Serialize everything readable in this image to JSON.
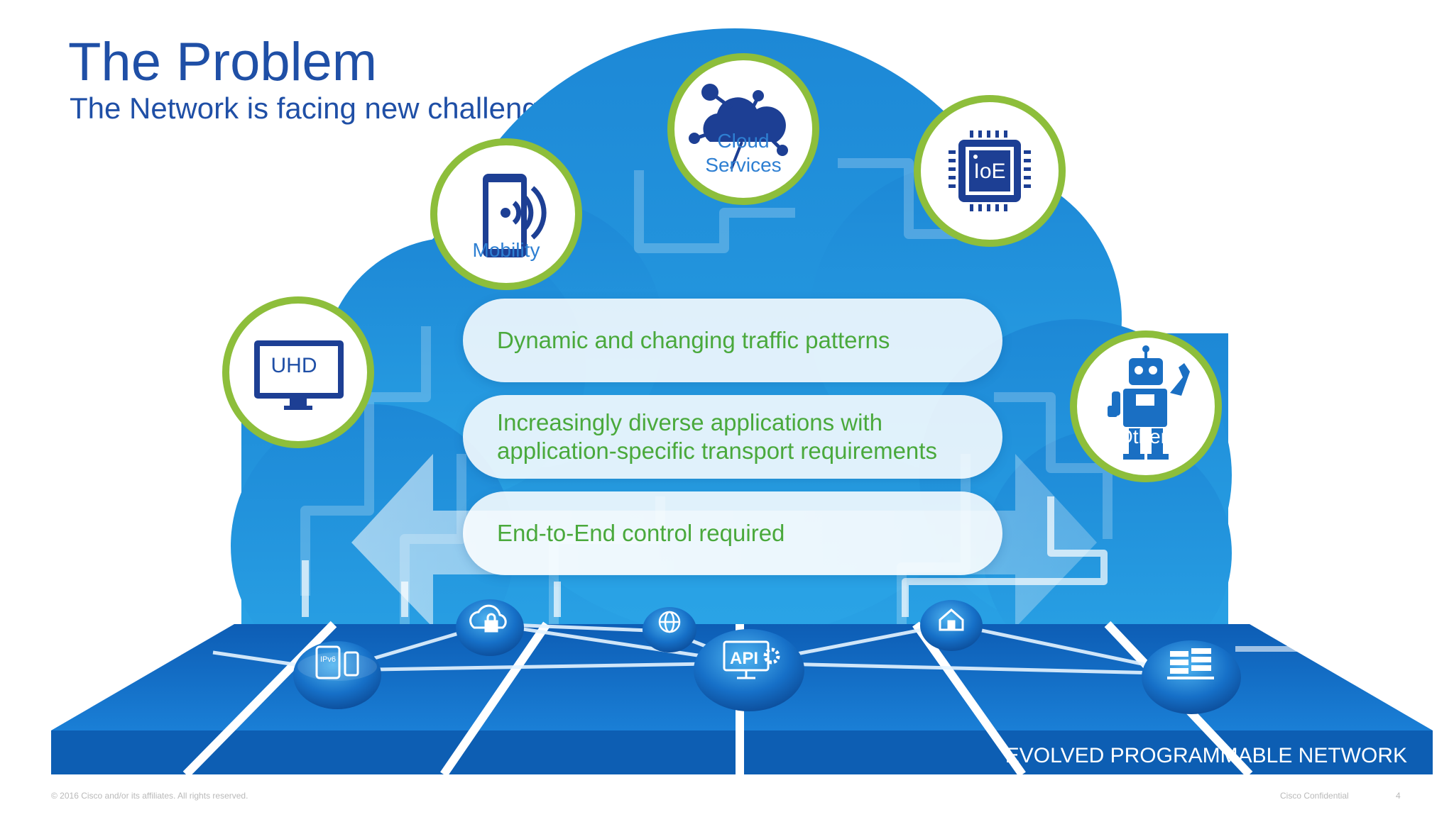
{
  "slide": {
    "title": "The Problem",
    "subtitle": "The Network is facing new challenges"
  },
  "icons": {
    "uhd": {
      "label": "UHD",
      "icon": "monitor-icon"
    },
    "mobility": {
      "label": "Mobility",
      "icon": "smartphone-wireless-icon"
    },
    "cloud": {
      "label_line1": "Cloud",
      "label_line2": "Services",
      "icon": "cloud-network-icon"
    },
    "ioe": {
      "label": "IoE",
      "icon": "chip-icon"
    },
    "other": {
      "label": "Other",
      "icon": "robot-icon"
    }
  },
  "challenges": [
    {
      "text": "Dynamic and changing traffic patterns"
    },
    {
      "text": "Increasingly diverse applications with application-specific transport requirements"
    },
    {
      "text": "End-to-End control required"
    }
  ],
  "nodes": {
    "ipv6": {
      "label": "IPv6",
      "icon": "devices-icon"
    },
    "cloud_lock": {
      "icon": "cloud-lock-icon"
    },
    "globe": {
      "icon": "globe-icon"
    },
    "api": {
      "label": "API",
      "icon": "api-gear-icon"
    },
    "house": {
      "icon": "house-icon"
    },
    "servers": {
      "icon": "server-rack-icon"
    }
  },
  "network": {
    "label": "EVOLVED PROGRAMMABLE NETWORK"
  },
  "footer": {
    "copyright": "© 2016 Cisco and/or its affiliates. All rights reserved.",
    "confidential": "Cisco Confidential",
    "page": "4"
  },
  "colors": {
    "title_blue": "#1f4fa6",
    "cloud_blue": "#1e8fd8",
    "ring_green": "#8dbe3b",
    "icon_navy": "#1d3f94",
    "challenge_green": "#4aa93c",
    "platform_blue": "#0f6fc6"
  }
}
